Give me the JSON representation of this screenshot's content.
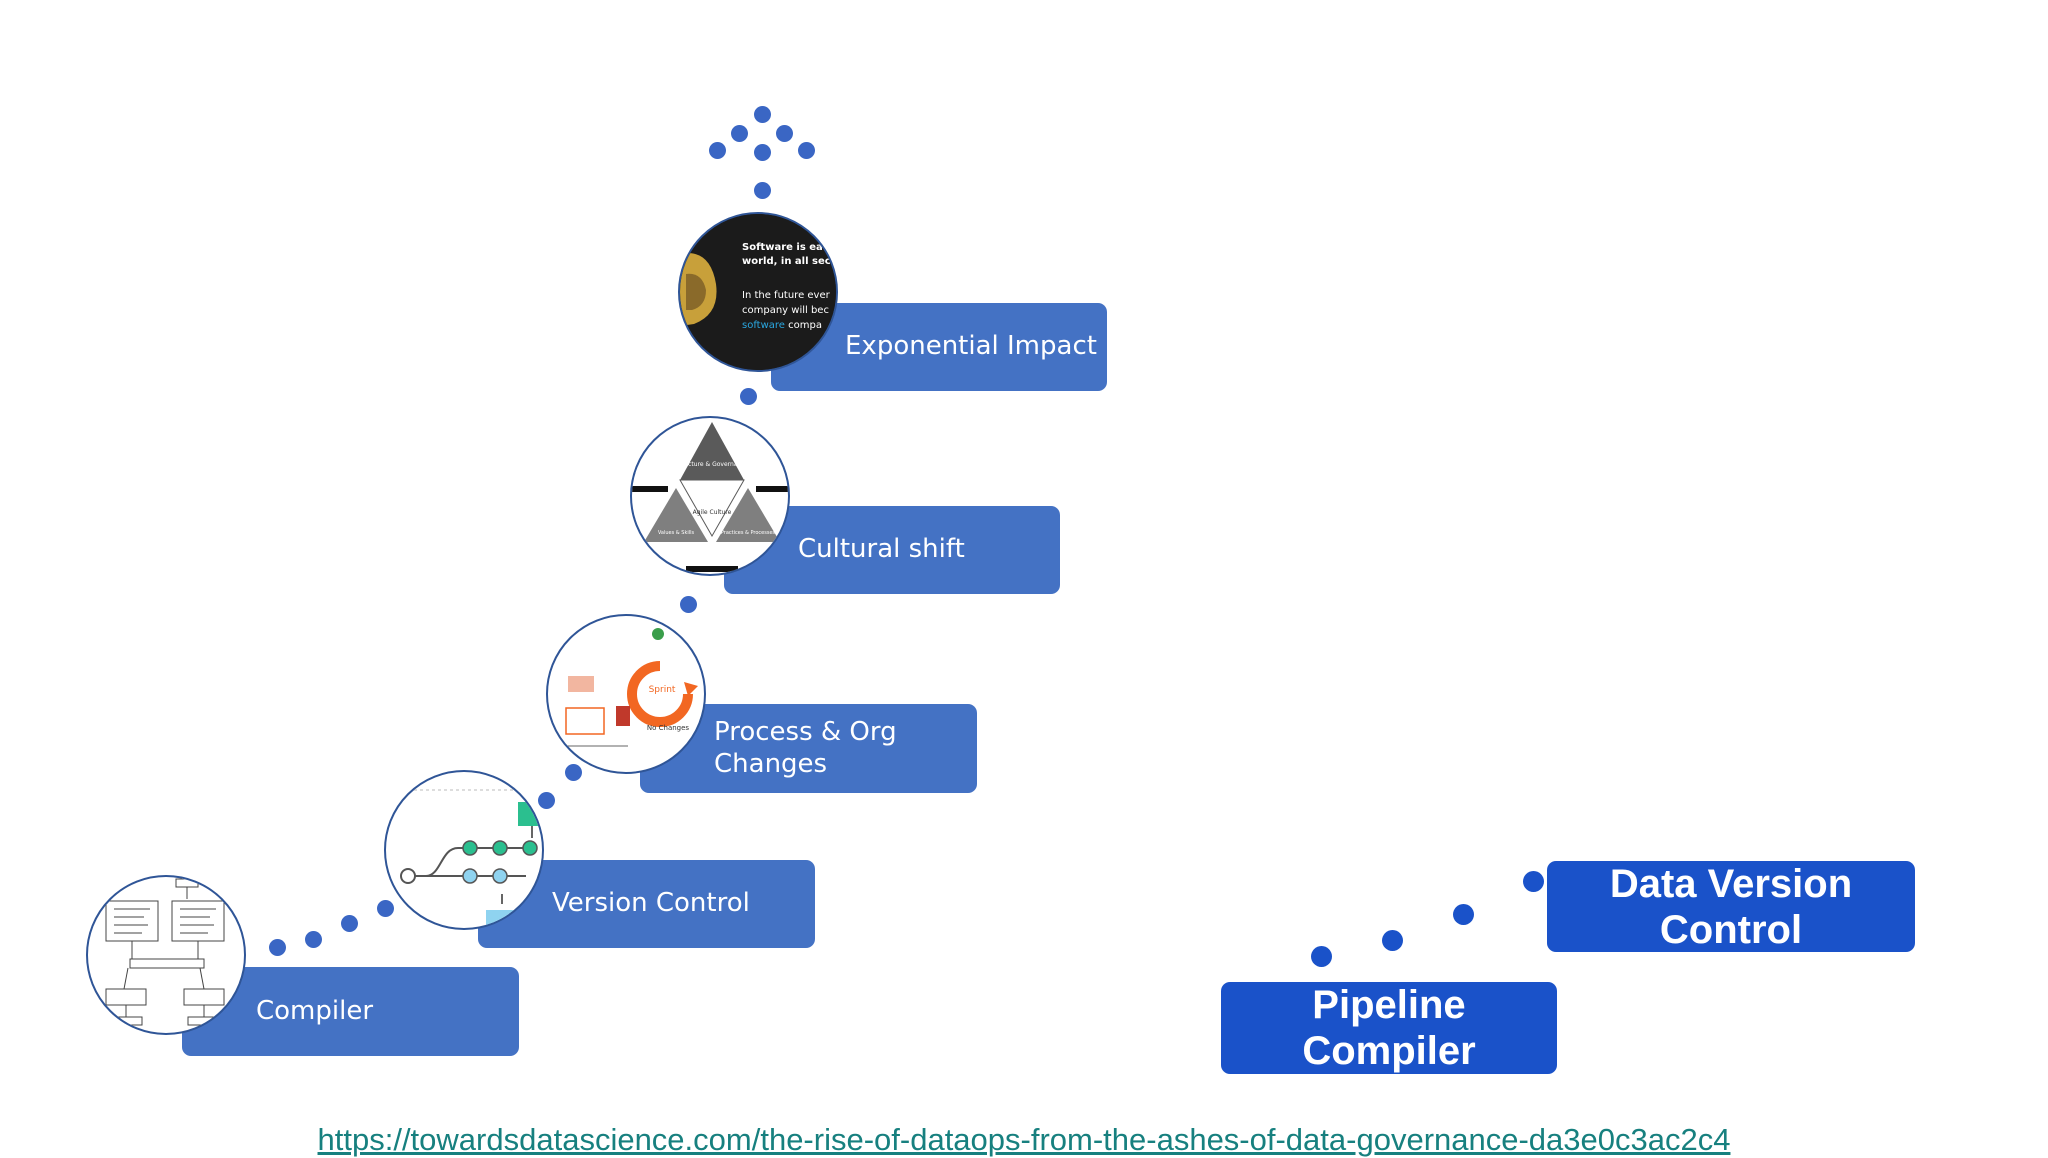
{
  "steps": [
    {
      "label": "Compiler"
    },
    {
      "label": "Version Control"
    },
    {
      "label": "Process & Org Changes"
    },
    {
      "label": "Cultural shift"
    },
    {
      "label": "Exponential Impact"
    }
  ],
  "data_steps": [
    {
      "label": "Pipeline Compiler"
    },
    {
      "label": "Data Version Control"
    }
  ],
  "thumbnails": {
    "exponential": {
      "line1": "Software is eat",
      "line2": "world, in all sect",
      "line3": "In the future ever",
      "line4": "company will bec",
      "line5a": "software",
      "line5b": " compa"
    },
    "cultural": {
      "top": "Structure & Governance",
      "center": "Agile Culture",
      "left": "Values & Skills",
      "right": "Practices & Processes"
    },
    "process": {
      "sprint": "Sprint",
      "label": "No Changes"
    }
  },
  "source_link": "https://towardsdatascience.com/the-rise-of-dataops-from-the-ashes-of-data-governance-da3e0c3ac2c4",
  "colors": {
    "box": "#4472c4",
    "data_box": "#1a52c9",
    "link": "#17807f",
    "dot": "#3a66c4"
  }
}
